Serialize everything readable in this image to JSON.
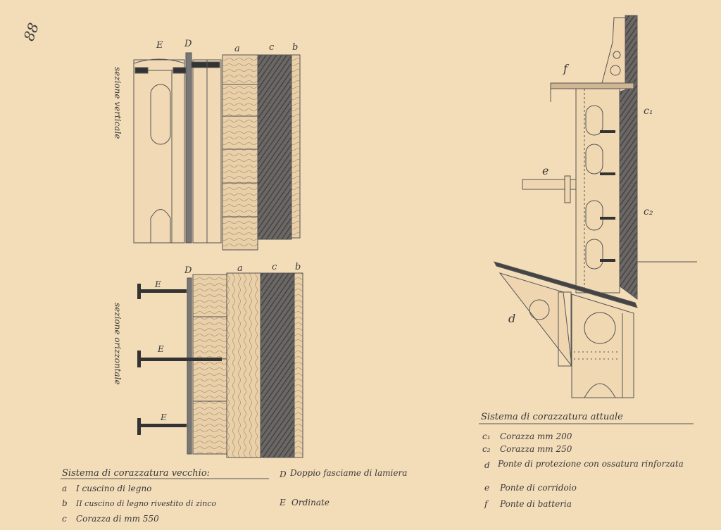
{
  "page_number": "88",
  "left_drawing": {
    "vertical_section_label": "sezione verticale",
    "horizontal_section_label": "sezione orizzontale",
    "top_labels": {
      "E": "E",
      "D": "D",
      "a": "a",
      "c": "c",
      "b": "b"
    },
    "horizontal_labels": {
      "D": "D",
      "a": "a",
      "c": "c",
      "b": "b",
      "E": "E"
    }
  },
  "right_drawing": {
    "labels": {
      "f": "f",
      "e": "e",
      "d": "d",
      "c1": "c₁",
      "c2": "c₂"
    }
  },
  "legend_old": {
    "title": "Sistema di corazzatura vecchio:",
    "items": [
      {
        "key": "a",
        "text": "I cuscino di legno"
      },
      {
        "key": "b",
        "text": "II cuscino di legno rivestito di zinco"
      },
      {
        "key": "c",
        "text": "Corazza di mm 550"
      }
    ],
    "items_right": [
      {
        "key": "D",
        "text": "Doppio fasciame di lamiera"
      },
      {
        "key": "E",
        "text": "Ordinate"
      }
    ]
  },
  "legend_new": {
    "title": "Sistema di corazzatura attuale",
    "items": [
      {
        "key": "c₁",
        "text": "Corazza mm 200"
      },
      {
        "key": "c₂",
        "text": "Corazza mm 250"
      },
      {
        "key": "d",
        "text": "Ponte di protezione con ossatura rinforzata"
      },
      {
        "key": "e",
        "text": "Ponte di corridoio"
      },
      {
        "key": "f",
        "text": "Ponte di batteria"
      }
    ]
  },
  "colors": {
    "paper": "#f3dcb8",
    "ink": "#3a3a3a",
    "pencil_dark": "#5c5a58",
    "wood": "#e9cfa6"
  }
}
